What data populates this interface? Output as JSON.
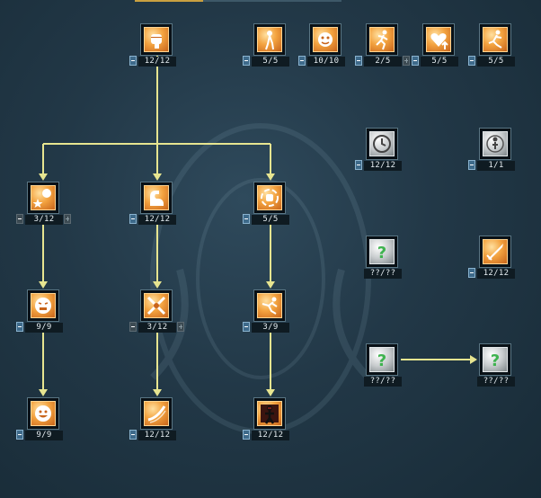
{
  "colors": {
    "connector": "#e7e590",
    "icon_active": "#f3a340",
    "icon_grey": "#c8ccce",
    "background": "#223847"
  },
  "skills": [
    {
      "id": "fist",
      "icon": "fist-icon",
      "level": "12/12"
    },
    {
      "id": "gem-figure",
      "icon": "figure-icon",
      "level": "5/5"
    },
    {
      "id": "face-burst",
      "icon": "face-icon",
      "level": "10/10"
    },
    {
      "id": "runner",
      "icon": "runner-icon",
      "level": "2/5"
    },
    {
      "id": "heart-up",
      "icon": "heart-up-icon",
      "level": "5/5"
    },
    {
      "id": "dash",
      "icon": "dash-icon",
      "level": "5/5"
    },
    {
      "id": "clock-gear",
      "icon": "clock-gear-icon",
      "level": "12/12"
    },
    {
      "id": "sprite",
      "icon": "sprite-icon",
      "level": "1/1"
    },
    {
      "id": "kick-star",
      "icon": "kick-star-icon",
      "level": "3/12"
    },
    {
      "id": "flex",
      "icon": "flex-arm-icon",
      "level": "12/12"
    },
    {
      "id": "spin",
      "icon": "spin-fist-icon",
      "level": "5/5"
    },
    {
      "id": "locked-a",
      "icon": "question-mark-icon",
      "level": "??/??"
    },
    {
      "id": "sword-slash",
      "icon": "sword-icon",
      "level": "12/12"
    },
    {
      "id": "rage-face",
      "icon": "rage-face-icon",
      "level": "9/9"
    },
    {
      "id": "cross-strike",
      "icon": "cross-strike-icon",
      "level": "3/12"
    },
    {
      "id": "flying-kick",
      "icon": "flying-kick-icon",
      "level": "3/9"
    },
    {
      "id": "locked-b",
      "icon": "question-mark-icon",
      "level": "??/??"
    },
    {
      "id": "locked-c",
      "icon": "question-mark-icon",
      "level": "??/??"
    },
    {
      "id": "grin-face",
      "icon": "grin-face-icon",
      "level": "9/9"
    },
    {
      "id": "swipe",
      "icon": "swipe-icon",
      "level": "12/12"
    },
    {
      "id": "dark-fighter",
      "icon": "dark-fighter-icon",
      "level": "12/12"
    }
  ]
}
